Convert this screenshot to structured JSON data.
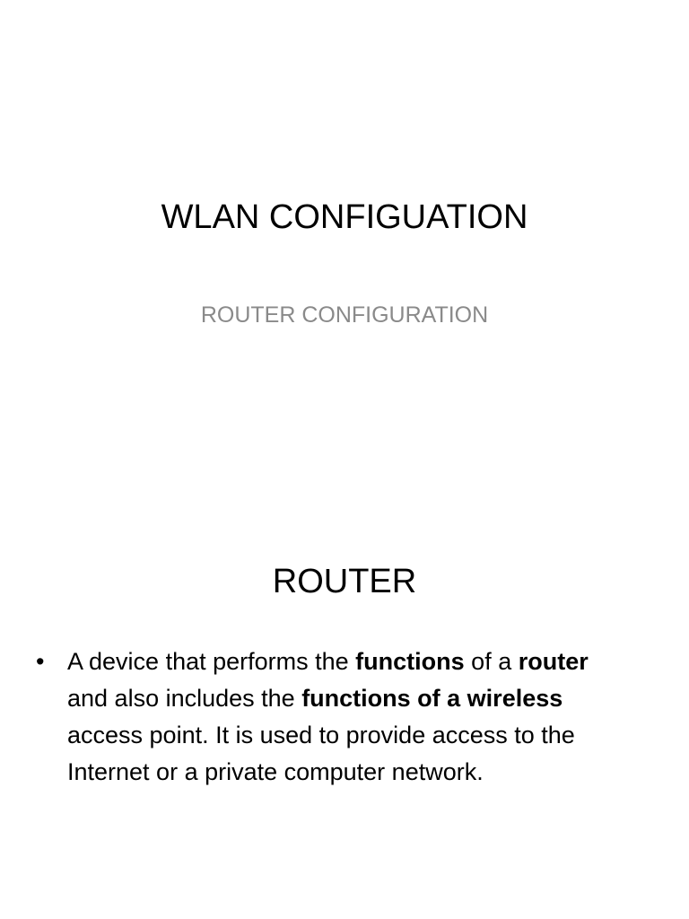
{
  "slide1": {
    "title": "WLAN CONFIGUATION",
    "subtitle": "ROUTER CONFIGURATION"
  },
  "slide2": {
    "title": "ROUTER",
    "bullet_marker": "•",
    "bullet": {
      "t1": "A device that performs the ",
      "b1": "functions",
      "t2": " of a ",
      "b2": "router",
      "t3": " and also includes the ",
      "b3": "functions of a wireless",
      "t4": " access point. It is used to provide access to the Internet or a private computer network."
    }
  }
}
